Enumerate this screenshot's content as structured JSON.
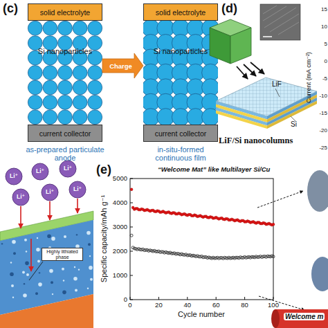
{
  "diagram": {
    "nodes": [
      {
        "text": [
          "solid electrolyte"
        ]
      },
      {
        "text": [
          "Si nanoparticles"
        ]
      },
      {
        "text": [
          "current collector"
        ]
      },
      {
        "text": [
          "solid electrolyte"
        ]
      },
      {
        "text": [
          "Si nanoparticles"
        ]
      },
      {
        "text": [
          "current collector"
        ]
      }
    ],
    "edges": [
      {
        "from": 1,
        "to": 4,
        "arrow": "to",
        "label": "Charge"
      }
    ],
    "labels": [
      "(c)",
      "as-prepared particulate anode",
      "in-situ-formed continuous film",
      "(d)",
      "LiF",
      "Si",
      "LiF/Si nanocolumns",
      "Current (mA cm⁻²)",
      "15",
      "10",
      "5",
      "0",
      "-5",
      "-10",
      "-15",
      "-20",
      "-25",
      "Li⁺",
      "Li⁺",
      "Li⁺",
      "Li⁺",
      "Li⁺",
      "Li⁺",
      "Highly lithiated phase",
      "(e)",
      "“Welcome Mat” like Multilayer Si/Cu",
      "5000",
      "4000",
      "3000",
      "2000",
      "1000",
      "0",
      "0",
      "20",
      "40",
      "60",
      "80",
      "100",
      "Specific capacity/mAh g⁻¹",
      "Cycle number",
      "Welcome m"
    ]
  }
}
